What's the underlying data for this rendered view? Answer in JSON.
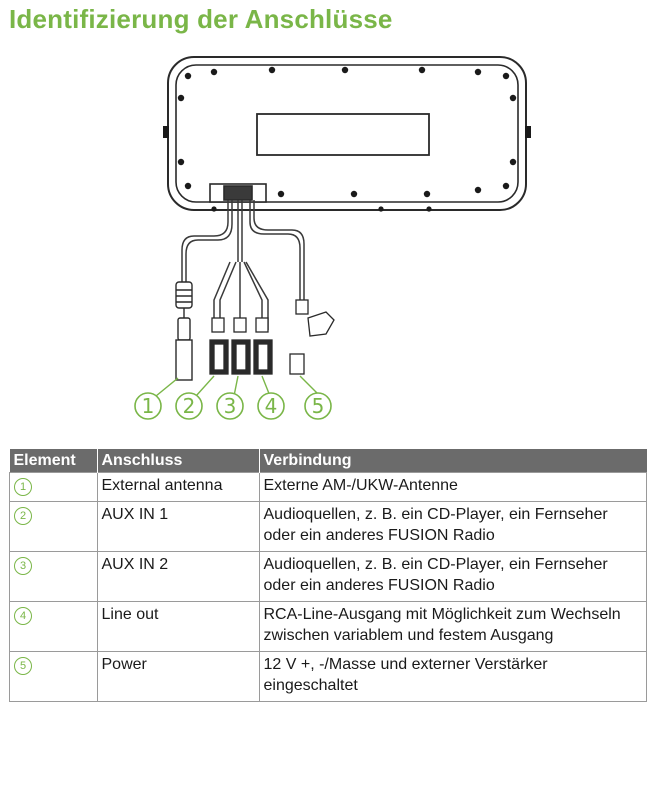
{
  "title": "Identifizierung der Anschlüsse",
  "callouts": [
    "1",
    "2",
    "3",
    "4",
    "5"
  ],
  "accent_color": "#7ab648",
  "header_color": "#6b6b6b",
  "table": {
    "headers": [
      "Element",
      "Anschluss",
      "Verbindung"
    ],
    "rows": [
      {
        "element": "1",
        "anschluss": "External antenna",
        "verbindung": "Externe AM-/UKW-Antenne"
      },
      {
        "element": "2",
        "anschluss": "AUX IN 1",
        "verbindung": "Audioquellen, z. B. ein CD-Player, ein Fernseher oder ein anderes FUSION Radio"
      },
      {
        "element": "3",
        "anschluss": "AUX IN 2",
        "verbindung": "Audioquellen, z. B. ein CD-Player, ein Fernseher oder ein anderes FUSION Radio"
      },
      {
        "element": "4",
        "anschluss": "Line out",
        "verbindung": "RCA-Line-Ausgang mit Möglichkeit zum Wechseln zwischen variablem und festem Ausgang"
      },
      {
        "element": "5",
        "anschluss": "Power",
        "verbindung": "12 V +, -/Masse und externer Verstärker eingeschaltet"
      }
    ]
  }
}
